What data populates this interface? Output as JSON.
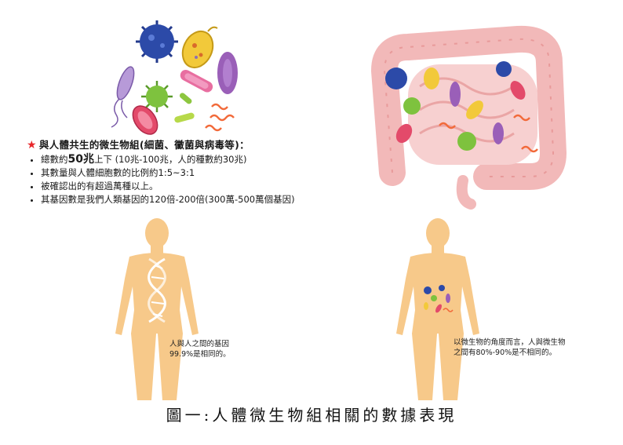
{
  "info": {
    "heading": "與人體共生的微生物組(細菌、黴菌與病毒等)：",
    "items": [
      {
        "pre": "總數約",
        "bold": "50兆",
        "post": "上下 (10兆-100兆，人的種數約30兆)"
      },
      {
        "text": "其數量與人體細胞數的比例約1:5~3:1"
      },
      {
        "text": "被確認出的有超過萬種以上。"
      },
      {
        "text": "其基因數是我們人類基因的120倍-200倍(300萬-500萬個基因)"
      }
    ]
  },
  "captions": {
    "left": [
      "人與人之間的基因",
      "99.9%是相同的。"
    ],
    "right": [
      "以微生物的角度而言，人與微生物",
      "之間有80%-90%是不相同的。"
    ]
  },
  "figure_title": "圖一:人體微生物組相關的數據表現",
  "colors": {
    "body": "#f7c98a",
    "intestine": "#f4c2c2",
    "star": "#e8262a"
  }
}
